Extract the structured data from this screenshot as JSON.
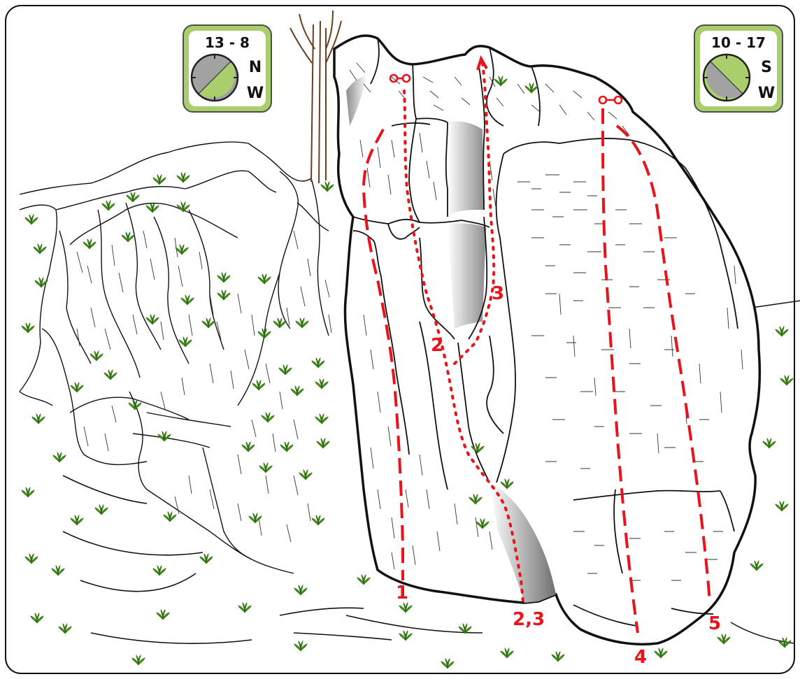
{
  "compass_left": {
    "hours": "13 - 8",
    "dir_top": "N",
    "dir_bottom": "W",
    "sun_fraction_note": "diagonal split, green lower-right"
  },
  "compass_right": {
    "hours": "10 - 17",
    "dir_top": "S",
    "dir_bottom": "W"
  },
  "routes": [
    {
      "number": "1",
      "style": "dashed"
    },
    {
      "number": "2",
      "style": "dotted"
    },
    {
      "number": "3",
      "style": "dotted"
    },
    {
      "number": "2,3",
      "style": "start"
    },
    {
      "number": "4",
      "style": "dashed"
    },
    {
      "number": "5",
      "style": "dashed"
    }
  ],
  "colors": {
    "route": "#e8141b",
    "badge_green": "#a9cf6d",
    "badge_border": "#6a8a3a",
    "shade_dark": "#9a9a9a",
    "plant": "#3f8f16",
    "plant_light": "#8cd23c"
  }
}
